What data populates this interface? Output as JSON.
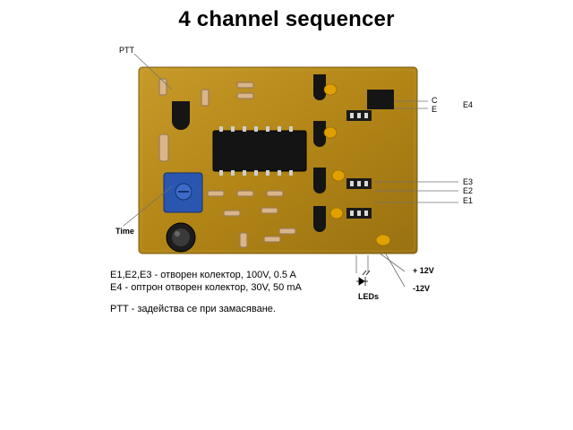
{
  "title": "4 channel sequencer",
  "labels": {
    "ptt": "PTT",
    "time": "Time",
    "c": "C",
    "e": "E",
    "e4": "E4",
    "e3": "E3",
    "e2": "E2",
    "e1": "E1",
    "plus12": "+ 12V",
    "minus12": "-12V",
    "leds": "LEDs"
  },
  "notes": {
    "line1": "E1,E2,E3 - отворен колектор, 100V, 0.5 A",
    "line2": "E4 - оптрон отворен колектор, 30V,  50 mA",
    "line3": "PTT - задейства се при замасяване."
  },
  "colors": {
    "pcb": "#b58a1f",
    "pcb_dark": "#8a6613",
    "chip": "#141414",
    "trimmer": "#2a56b0",
    "capacitor": "#e0a000",
    "lines": "#707070"
  }
}
